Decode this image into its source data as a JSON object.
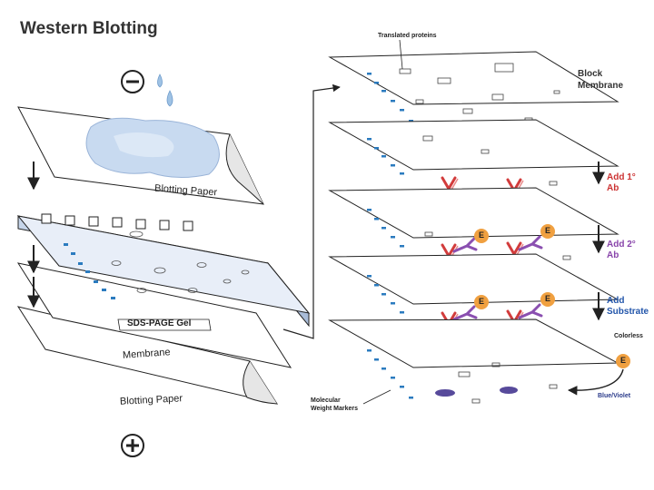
{
  "title": "Western Blotting",
  "labels": {
    "blotting_paper_top": "Blotting Paper",
    "sds_page_gel": "SDS-PAGE Gel",
    "membrane": "Membrane",
    "blotting_paper_bottom": "Blotting Paper",
    "translated_proteins": "Translated proteins",
    "block_membrane_line1": "Block",
    "block_membrane_line2": "Membrane",
    "molecular_weight_line1": "Molecular",
    "molecular_weight_line2": "Weight Markers",
    "colorless": "Colorless",
    "blue_violet": "Blue/Violet",
    "enzyme_letter": "E"
  },
  "steps": [
    {
      "line1": "Add 1°",
      "line2": "Ab",
      "color": "#cc3333"
    },
    {
      "line1": "Add 2°",
      "line2": "Ab",
      "color": "#8844aa"
    },
    {
      "line1": "Add",
      "line2": "Substrate",
      "color": "#2255aa"
    }
  ],
  "colors": {
    "title": "#333333",
    "band_blue": "#2b7bbf",
    "gel_face": "#e8eef8",
    "enzyme": "#f0a040",
    "product": "#3a2a8a"
  },
  "electrodes": {
    "negative": "−",
    "positive": "+"
  },
  "icons": [
    "negative-electrode-icon",
    "positive-electrode-icon",
    "water-drop-icon",
    "antibody-icon",
    "enzyme-icon"
  ]
}
